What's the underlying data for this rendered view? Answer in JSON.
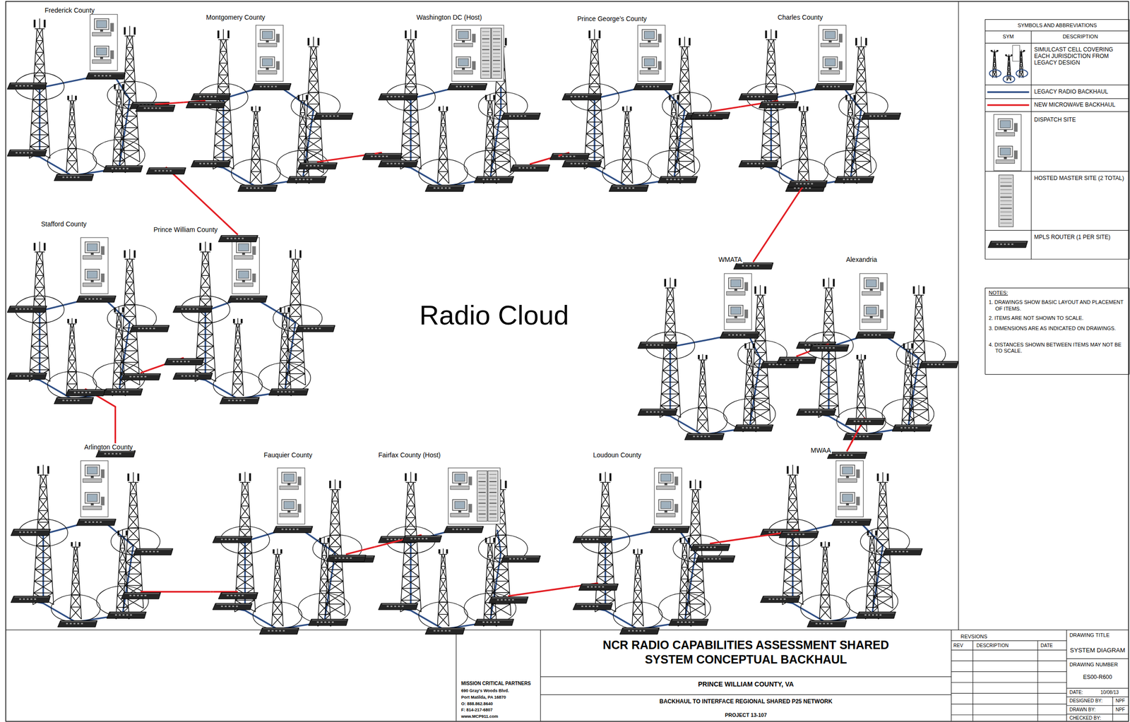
{
  "diagram": {
    "title": "NCR RADIO CAPABILITIES ASSESSMENT SHARED SYSTEM CONCEPTUAL BACKHAUL",
    "nodes": [
      {
        "text": [
          "Frederick County"
        ]
      },
      {
        "text": [
          "Montgomery County"
        ]
      },
      {
        "text": [
          "Washington DC (Host)"
        ]
      },
      {
        "text": [
          "Prince George’s County"
        ]
      },
      {
        "text": [
          "Charles County"
        ]
      },
      {
        "text": [
          "Stafford County"
        ]
      },
      {
        "text": [
          "Prince William County"
        ]
      },
      {
        "text": [
          "WMATA"
        ]
      },
      {
        "text": [
          "Alexandria"
        ]
      },
      {
        "text": [
          "Arlington County"
        ]
      },
      {
        "text": [
          "Fauquier County"
        ]
      },
      {
        "text": [
          "Fairfax County (Host)"
        ]
      },
      {
        "text": [
          "Loudoun County"
        ]
      },
      {
        "text": [
          "MWAA"
        ]
      }
    ],
    "edges": [
      {
        "from": 0,
        "to": 1,
        "arrow": "none"
      },
      {
        "from": 0,
        "to": 6,
        "arrow": "none"
      },
      {
        "from": 1,
        "to": 2,
        "arrow": "none"
      },
      {
        "from": 2,
        "to": 3,
        "arrow": "none"
      },
      {
        "from": 3,
        "to": 4,
        "arrow": "none"
      },
      {
        "from": 4,
        "to": 7,
        "arrow": "none"
      },
      {
        "from": 5,
        "to": 6,
        "arrow": "none"
      },
      {
        "from": 5,
        "to": 9,
        "arrow": "none"
      },
      {
        "from": 7,
        "to": 8,
        "arrow": "none"
      },
      {
        "from": 8,
        "to": 13,
        "arrow": "none"
      },
      {
        "from": 9,
        "to": 10,
        "arrow": "none"
      },
      {
        "from": 10,
        "to": 11,
        "arrow": "none"
      },
      {
        "from": 11,
        "to": 12,
        "arrow": "none"
      },
      {
        "from": 12,
        "to": 13,
        "arrow": "none"
      }
    ],
    "labels": [
      "Radio Cloud",
      "SYMBOLS AND ABBREVIATIONS",
      "SYM",
      "DESCRIPTION",
      "NOTES:",
      "1. DRAWINGS SHOW BASIC LAYOUT AND PLACEMENT OF ITEMS.",
      "2. ITEMS ARE NOT SHOWN TO SCALE.",
      "3. DIMENSIONS ARE AS INDICATED ON DRAWINGS.",
      "4. DISTANCES SHOWN BETWEEN ITEMS MAY NOT BE TO SCALE.",
      "MISSION CRITICAL PARTNERS",
      "690 Gray's Woods Blvd.",
      "Port Matilda, PA 16870",
      "O: 888.862.8640",
      "F: 814-217-6807",
      "www.MCP911.com",
      "PRINCE WILLIAM COUNTY, VA",
      "BACKHAUL TO INTERFACE REGIONAL SHARED P25 NETWORK",
      "PROJECT 13-107",
      "REVSIONS",
      "REV",
      "DESCRIPTION",
      "DATE",
      "DRAWING TITLE",
      "SYSTEM DIAGRAM",
      "DRAWING NUMBER",
      "ES00-R600",
      "DATE:",
      "10/08/13",
      "DESIGNED BY:",
      "NPF",
      "DRAWN BY:",
      "NPF",
      "CHECKED BY:"
    ],
    "legend": [
      {
        "text": "SIMULCAST CELL COVERING EACH JURISDICTION FROM LEGACY DESIGN"
      },
      {
        "text": "LEGACY RADIO BACKHAUL"
      },
      {
        "text": "NEW MICROWAVE BACKHAUL"
      },
      {
        "text": "DISPATCH SITE"
      },
      {
        "text": "HOSTED MASTER SITE (2 TOTAL)"
      },
      {
        "text": "MPLS ROUTER (1 PER SITE)"
      }
    ]
  }
}
